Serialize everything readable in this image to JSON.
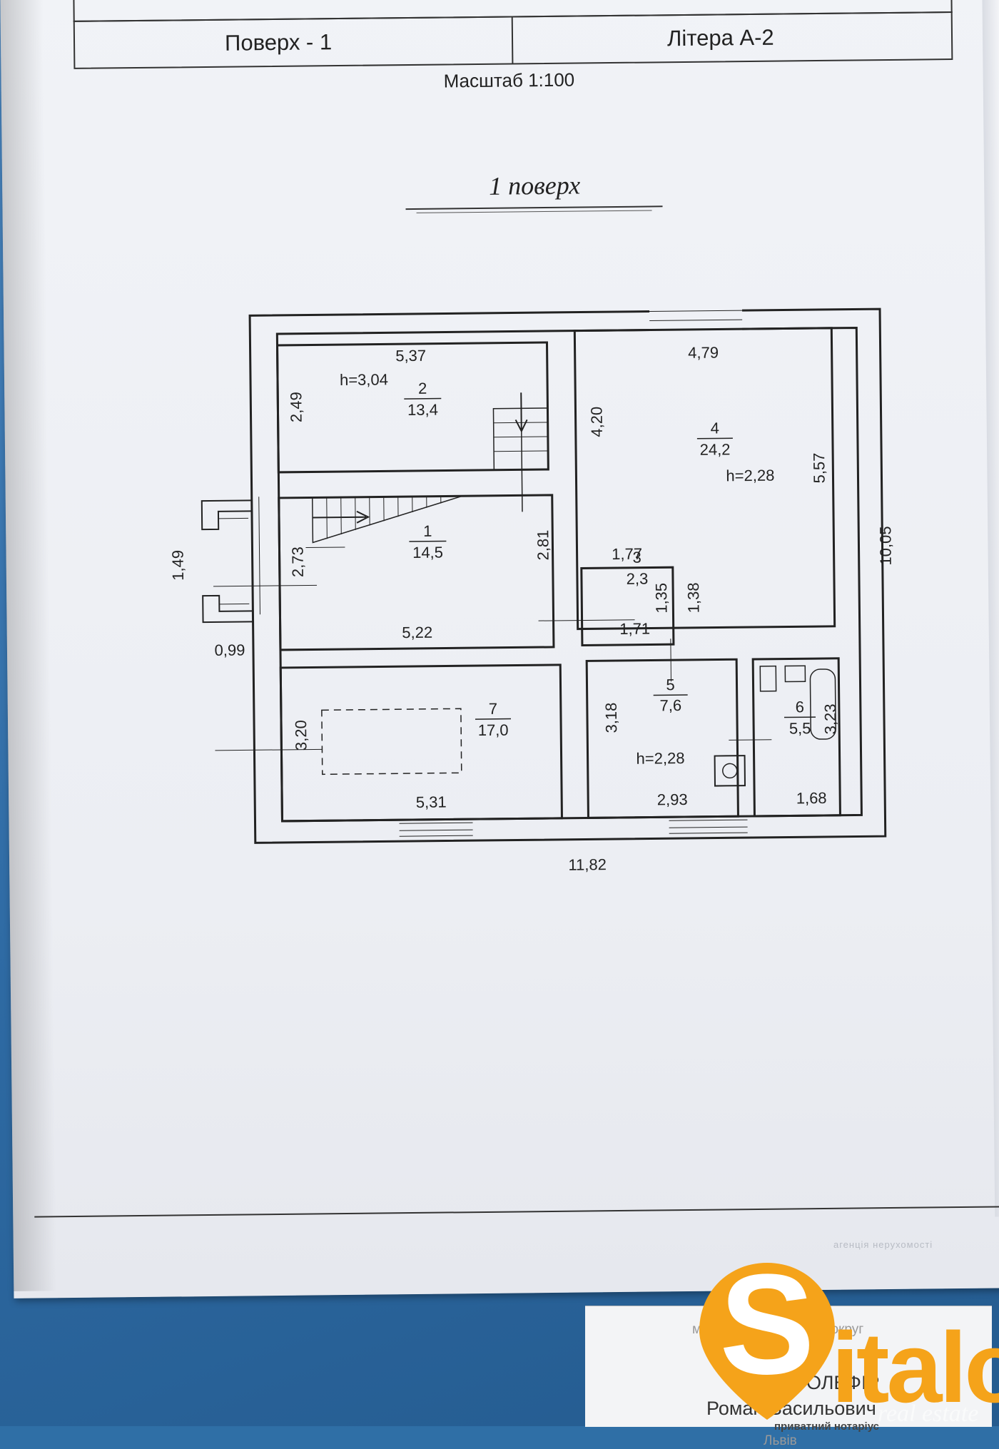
{
  "header": {
    "floor_cell": "Поверх - 1",
    "letter_cell": "Літера А-2",
    "scale": "Масштаб 1:100",
    "floor_title": "1 поверх"
  },
  "rooms": [
    {
      "id": "1",
      "area": "14,5"
    },
    {
      "id": "2",
      "area": "13,4"
    },
    {
      "id": "3",
      "area": "2,3"
    },
    {
      "id": "4",
      "area": "24,2"
    },
    {
      "id": "5",
      "area": "7,6"
    },
    {
      "id": "6",
      "area": "5,5"
    },
    {
      "id": "7",
      "area": "17,0"
    }
  ],
  "heights": {
    "room2": "h=3,04",
    "room4": "h=2,28",
    "room5": "h=2,28"
  },
  "dimensions": {
    "room2_width": "5,37",
    "room2_height": "2,49",
    "room1_height": "2,73",
    "room1_width": "5,22",
    "room1_right": "2,81",
    "porch_width": "1,49",
    "porch_depth": "0,99",
    "room4_width": "4,79",
    "room4_left": "4,20",
    "room4_right": "5,57",
    "room3_top": "1,77",
    "room3_right1": "1,35",
    "room3_right2": "1,38",
    "room3_bottom": "1,71",
    "room7_height": "3,20",
    "room7_width": "5,31",
    "room5_height": "3,18",
    "room5_width": "2,93",
    "room6_height": "3,23",
    "room6_width": "1,68",
    "total_width": "11,82",
    "total_height": "10,05"
  },
  "stamp": {
    "district": "міський нотаріальний округ",
    "surname": "ОЛЕФІР",
    "name": "Роман Васильович",
    "title": "приватний нотаріус",
    "city": "Львів"
  },
  "watermark": {
    "brand": "Sitalo",
    "tagline": "агенція нерухомості",
    "sub": "real estate"
  },
  "colors": {
    "brand_orange": "#f5a31a",
    "brand_white": "#ffffff",
    "line": "#222222"
  }
}
